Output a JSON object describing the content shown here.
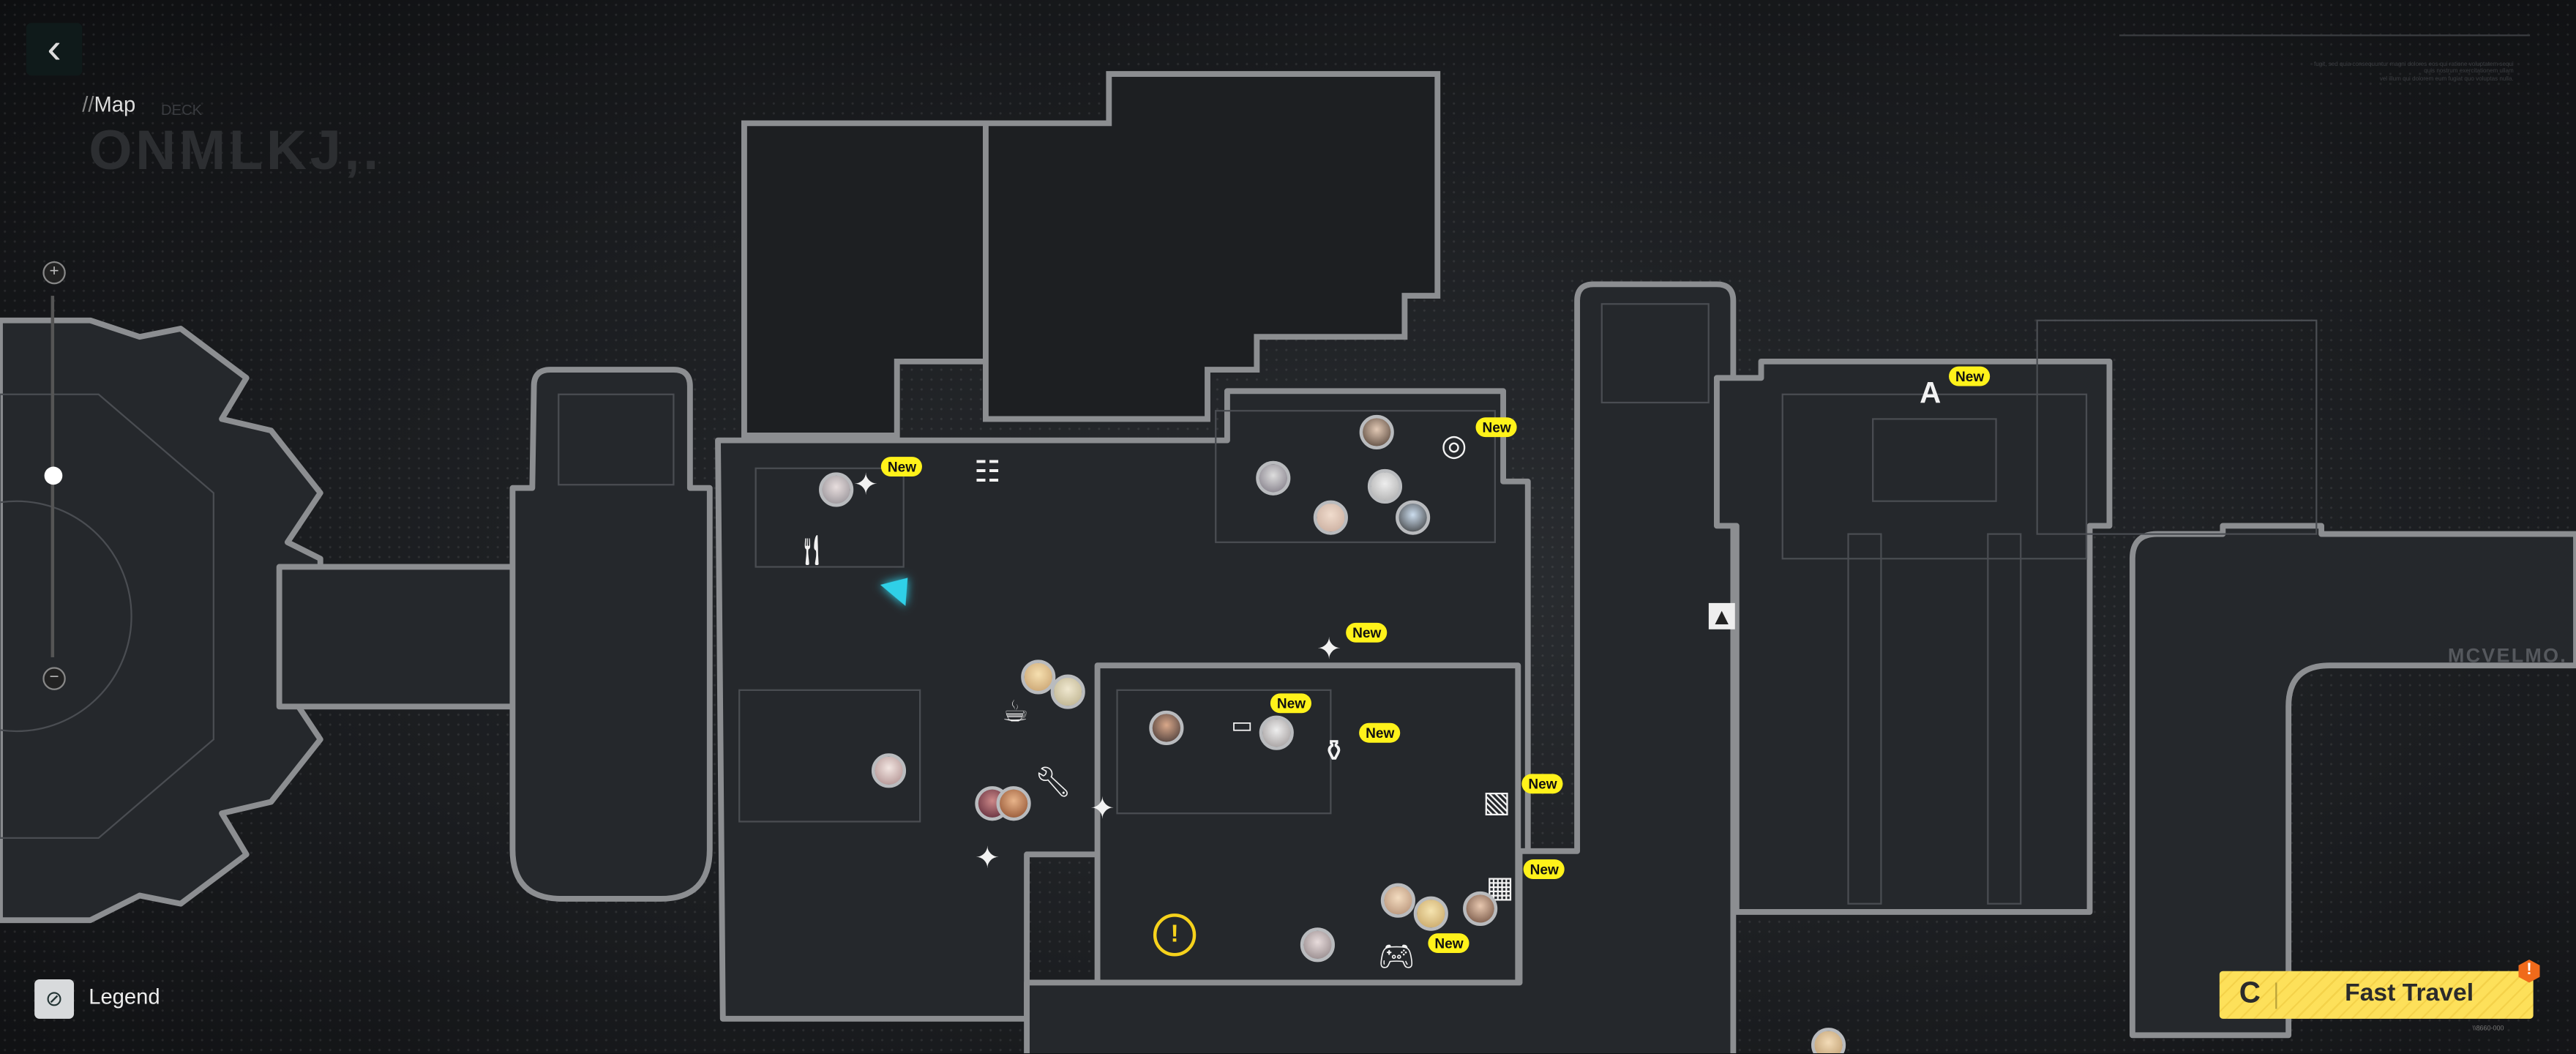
{
  "header": {
    "title_prefix": "//",
    "title": "Map",
    "back_icon": "chevron-left-icon",
    "watermark": "ONMLKJ,.",
    "watermark_sub": "DECK"
  },
  "corner_text": [
    "fugit, sed quia consequuntur magni dolores eos qui ratione voluptatem sequi",
    "quis nostrum exercitationem ullam",
    "vel illum qui dolorem eum fugiat quo voluptas nulla."
  ],
  "zoom": {
    "plus": "+",
    "minus": "−",
    "level": 0.5
  },
  "legend": {
    "label": "Legend",
    "icon": "eye-off-icon"
  },
  "fast_travel": {
    "label": "Fast Travel",
    "badge": "!",
    "code": "\\\\8660-000"
  },
  "map": {
    "brand_watermark": "MCVELMO.",
    "new_tag": "New",
    "quest_mark": "!"
  },
  "colors": {
    "accent": "#fde05a",
    "new_tag": "#fff21a",
    "player": "#2fd0e8",
    "alert": "#f06a1a"
  }
}
